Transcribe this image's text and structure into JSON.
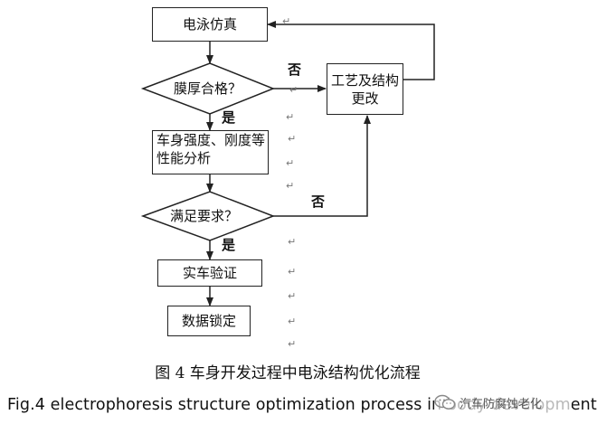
{
  "diagram": {
    "nodes": {
      "simulation": "电泳仿真",
      "thickness_check": "膜厚合格？",
      "process_change": [
        "工艺及结构",
        "更改"
      ],
      "strength_analysis": [
        "车身强度、刚度等",
        "性能分析"
      ],
      "requirement_check": "满足要求？",
      "vehicle_verification": "实车验证",
      "data_lock": "数据锁定"
    },
    "edge_labels": {
      "no_1": "否",
      "yes_1": "是",
      "no_2": "否",
      "yes_2": "是"
    },
    "return_mark": "↵"
  },
  "caption": {
    "chinese": "图 4  车身开发过程中电泳结构优化流程",
    "english": "Fig.4 electrophoresis structure optimization process in body development"
  },
  "watermark": {
    "text": "汽车防腐蚀老化"
  }
}
